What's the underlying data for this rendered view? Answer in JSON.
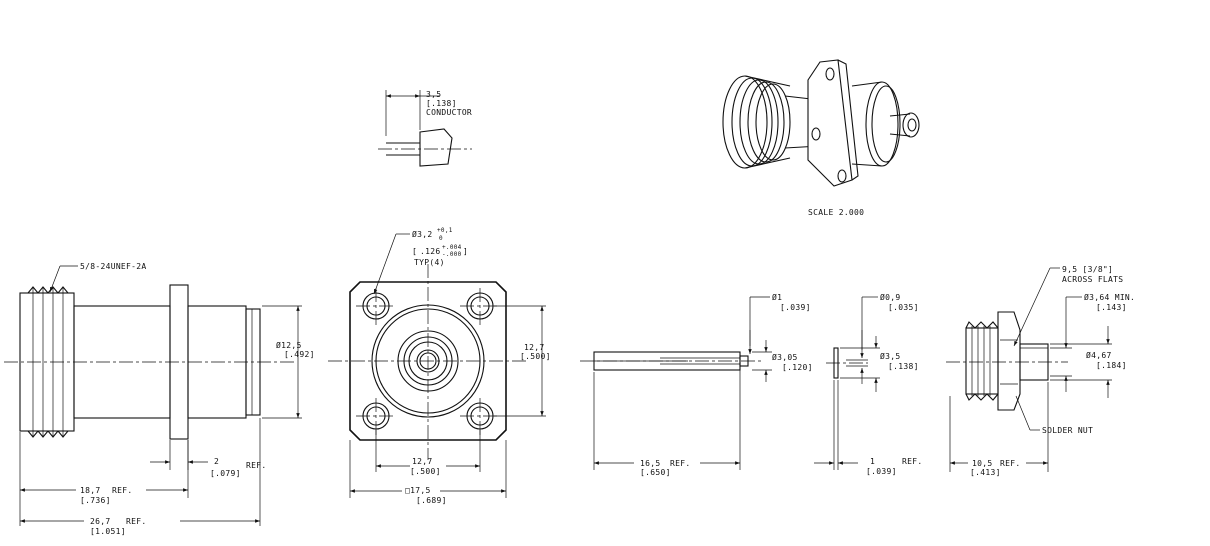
{
  "conductor_detail": {
    "dim_value": "3,5",
    "dim_inch": "[.138]",
    "label": "CONDUCTOR"
  },
  "iso_view": {
    "scale_label": "SCALE  2.000"
  },
  "side_view": {
    "thread_note": "5/8-24UNEF-2A",
    "dia_value": "Ø12,5",
    "dia_inch": "[.492]",
    "flange_value": "2",
    "flange_ref": "REF.",
    "flange_inch": "[.079]",
    "len1_value": "18,7",
    "len1_ref": "REF.",
    "len1_inch": "[.736]",
    "len2_value": "26,7",
    "len2_ref": "REF.",
    "len2_inch": "[1.051]"
  },
  "front_view": {
    "hole_dia_main": "Ø3,2",
    "hole_dia_tol_plus": "+0,1",
    "hole_dia_tol_minus": "0",
    "hole_inch_main": ".126",
    "hole_inch_tol_plus": "+.004",
    "hole_inch_tol_minus": "-.000",
    "hole_typ": "TYP(4)",
    "height_value": "12,7",
    "height_inch": "[.500]",
    "spacing_value": "12,7",
    "spacing_inch": "[.500]",
    "square_value": "□17,5",
    "square_inch": "[.689]"
  },
  "contact_view": {
    "pin_dia_value": "Ø1",
    "pin_dia_inch": "[.039]",
    "body_dia_value": "Ø3,05",
    "body_dia_inch": "[.120]",
    "len_value": "16,5",
    "len_ref": "REF.",
    "len_inch": "[.650]"
  },
  "washer_view": {
    "hole_value": "Ø0,9",
    "hole_inch": "[.035]",
    "dia_value": "Ø3,5",
    "dia_inch": "[.138]",
    "thick_value": "1",
    "thick_ref": "REF.",
    "thick_inch": "[.039]"
  },
  "nut_view": {
    "flats_value": "9,5 [3/8\"]",
    "flats_label": "ACROSS FLATS",
    "bore_value": "Ø3,64  MIN.",
    "bore_inch": "[.143]",
    "od_value": "Ø4,67",
    "od_inch": "[.184]",
    "len_value": "10,5",
    "len_ref": "REF.",
    "len_inch": "[.413]",
    "nut_label": "SOLDER NUT"
  }
}
